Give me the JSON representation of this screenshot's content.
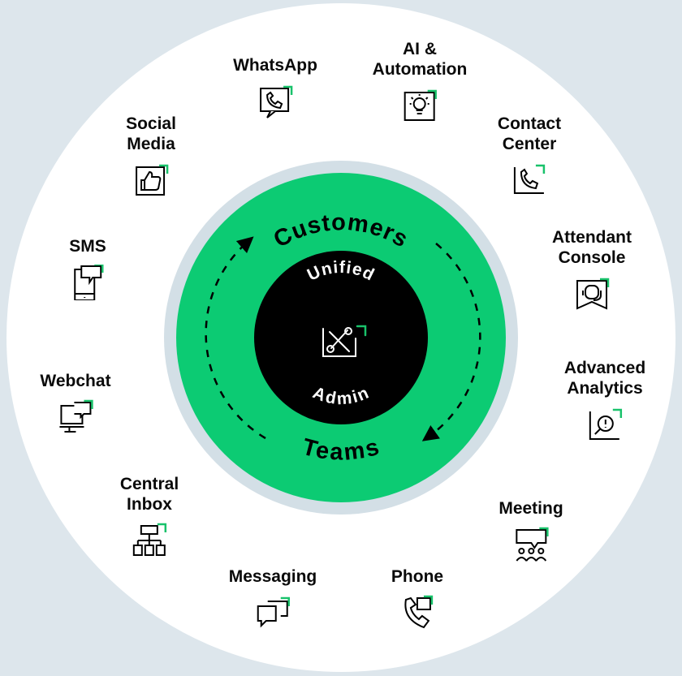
{
  "ring": {
    "outer": "Customers",
    "bottom": "Teams"
  },
  "core": {
    "top": "Unified",
    "bottom": "Admin",
    "icon": "tools-icon"
  },
  "colors": {
    "background": "#dde6ec",
    "disc": "#ffffff",
    "track": "#d3dfe6",
    "ring": "#0ccb73",
    "core": "#000000",
    "accent": "#19c26b"
  },
  "features": [
    {
      "lines": [
        "WhatsApp"
      ],
      "icon": "whatsapp-icon"
    },
    {
      "lines": [
        "AI &",
        "Automation"
      ],
      "icon": "lightbulb-icon"
    },
    {
      "lines": [
        "Contact",
        "Center"
      ],
      "icon": "contact-center-icon"
    },
    {
      "lines": [
        "Attendant",
        "Console"
      ],
      "icon": "headset-agent-icon"
    },
    {
      "lines": [
        "Advanced",
        "Analytics"
      ],
      "icon": "analytics-search-icon"
    },
    {
      "lines": [
        "Meeting"
      ],
      "icon": "meeting-icon"
    },
    {
      "lines": [
        "Phone"
      ],
      "icon": "phone-icon"
    },
    {
      "lines": [
        "Messaging"
      ],
      "icon": "messaging-icon"
    },
    {
      "lines": [
        "Central",
        "Inbox"
      ],
      "icon": "inbox-hierarchy-icon"
    },
    {
      "lines": [
        "Webchat"
      ],
      "icon": "webchat-icon"
    },
    {
      "lines": [
        "SMS"
      ],
      "icon": "sms-icon"
    },
    {
      "lines": [
        "Social",
        "Media"
      ],
      "icon": "thumbs-up-icon"
    }
  ]
}
